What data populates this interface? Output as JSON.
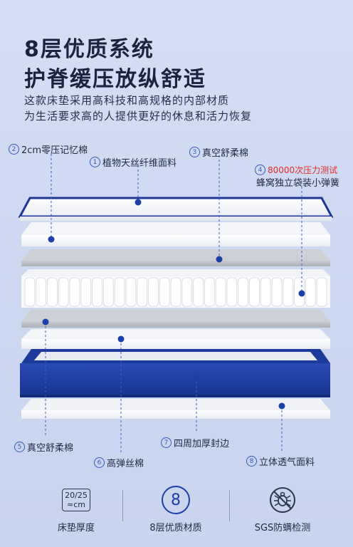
{
  "header": {
    "title1": "8层优质系统",
    "title2": "护脊缓压放纵舒适",
    "sub1": "这款床垫采用高科技和高规格的内部材质",
    "sub2": "为生活要求高的人提供更好的休息和活力恢复"
  },
  "labels": {
    "l2": {
      "num": "2",
      "text": "2cm零压记忆棉"
    },
    "l1": {
      "num": "1",
      "text": "植物天丝纤维面料"
    },
    "l3": {
      "num": "3",
      "text": "真空舒柔棉"
    },
    "l4": {
      "num": "4",
      "red": "80000次压力测试",
      "text": "蜂窝独立袋装小弹簧"
    },
    "l5": {
      "num": "5",
      "text": "真空舒柔棉"
    },
    "l6": {
      "num": "6",
      "text": "高弹丝棉"
    },
    "l7": {
      "num": "7",
      "text": "四周加厚封边"
    },
    "l8": {
      "num": "8",
      "text": "立体透气面料"
    }
  },
  "features": [
    {
      "icon": "thickness-icon",
      "line1": "20/25",
      "line2": "≈cm",
      "caption": "床垫厚度"
    },
    {
      "icon": "eight-layer-icon",
      "value": "8",
      "caption": "8层优质材质"
    },
    {
      "icon": "anti-mite-icon",
      "caption": "SGS防螨检测"
    }
  ],
  "colors": {
    "accent": "#1d3fa8",
    "navy": "#1e3a96",
    "red": "#e02a2a"
  }
}
